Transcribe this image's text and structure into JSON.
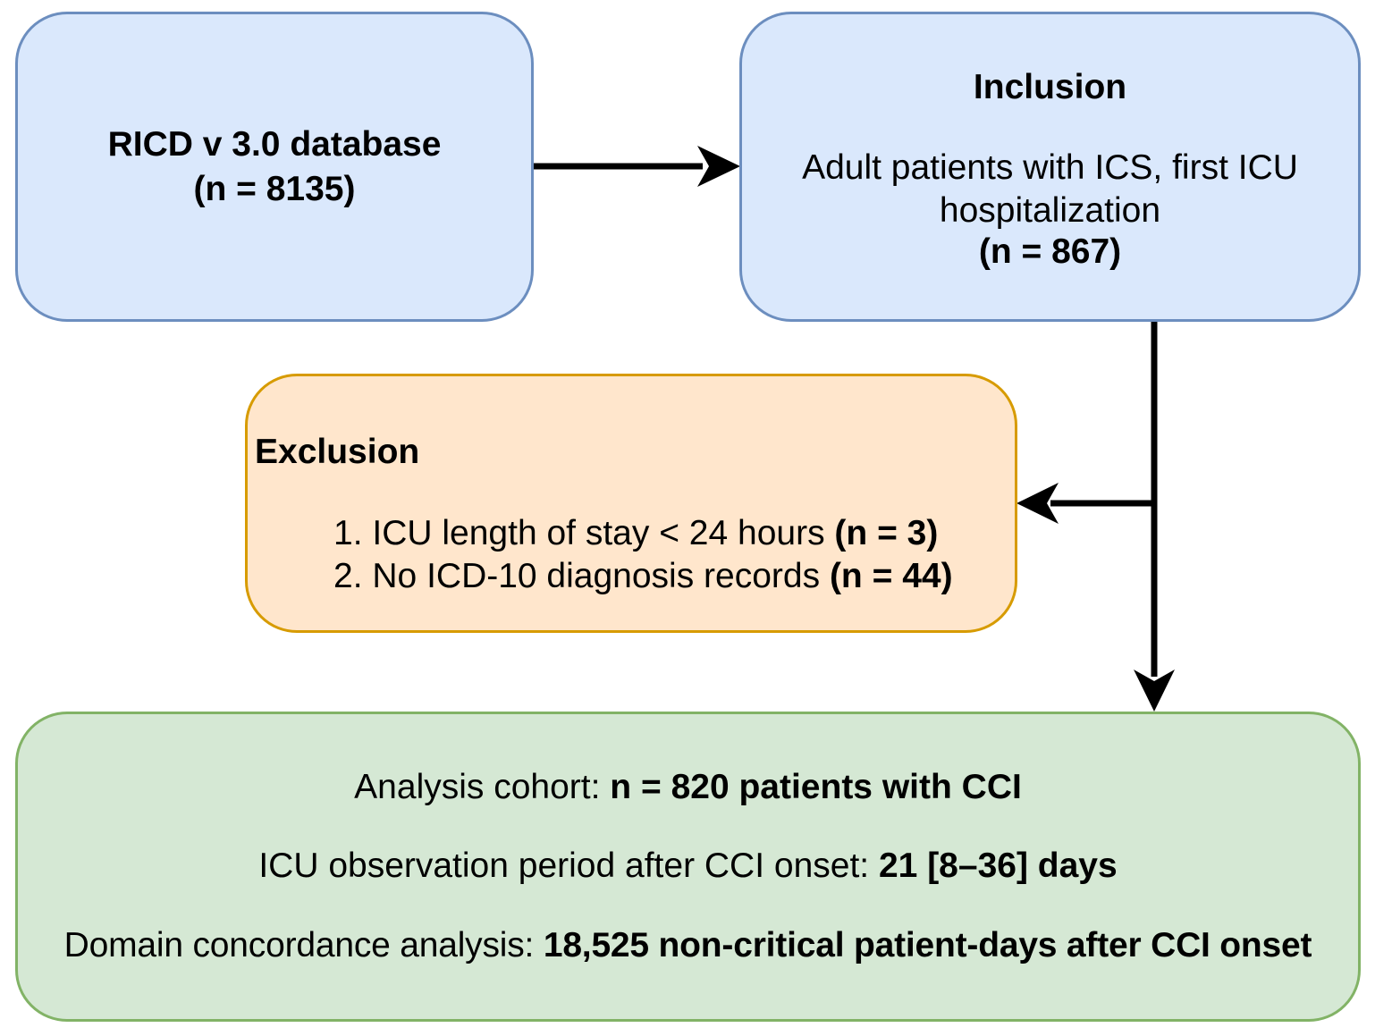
{
  "source_box": {
    "title": "RICD v 3.0 database",
    "count": "(n = 8135)"
  },
  "inclusion_box": {
    "heading": "Inclusion",
    "criteria_line1": "Adult patients with ICS, first ICU",
    "criteria_line2": "hospitalization",
    "count": "(n = 867)"
  },
  "exclusion_box": {
    "heading": "Exclusion",
    "items": [
      {
        "number": "1.",
        "text": "ICU length of stay < 24 hours",
        "count": "(n = 3)"
      },
      {
        "number": "2.",
        "text": "No ICD-10 diagnosis records",
        "count": "(n = 44)"
      }
    ]
  },
  "result_box": {
    "lines": [
      {
        "label": "Analysis cohort: ",
        "value": "n = 820 patients with CCI"
      },
      {
        "label": "ICU observation period after CCI onset: ",
        "value": "21 [8–36] days"
      },
      {
        "label": "Domain concordance analysis: ",
        "value": "18,525 non-critical patient-days after CCI onset"
      }
    ]
  },
  "colors": {
    "blue_fill": "#dae8fc",
    "blue_border": "#6c8ebf",
    "orange_fill": "#ffe6cc",
    "orange_border": "#d79b00",
    "green_fill": "#d5e8d4",
    "green_border": "#82b366",
    "arrow": "#000000"
  }
}
